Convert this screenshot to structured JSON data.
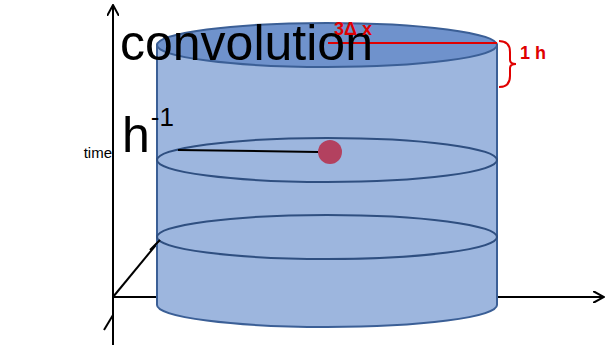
{
  "diagram": {
    "labels": [
      "convolution",
      "time",
      "h",
      "-1",
      "3Δ x",
      "1 h"
    ]
  }
}
